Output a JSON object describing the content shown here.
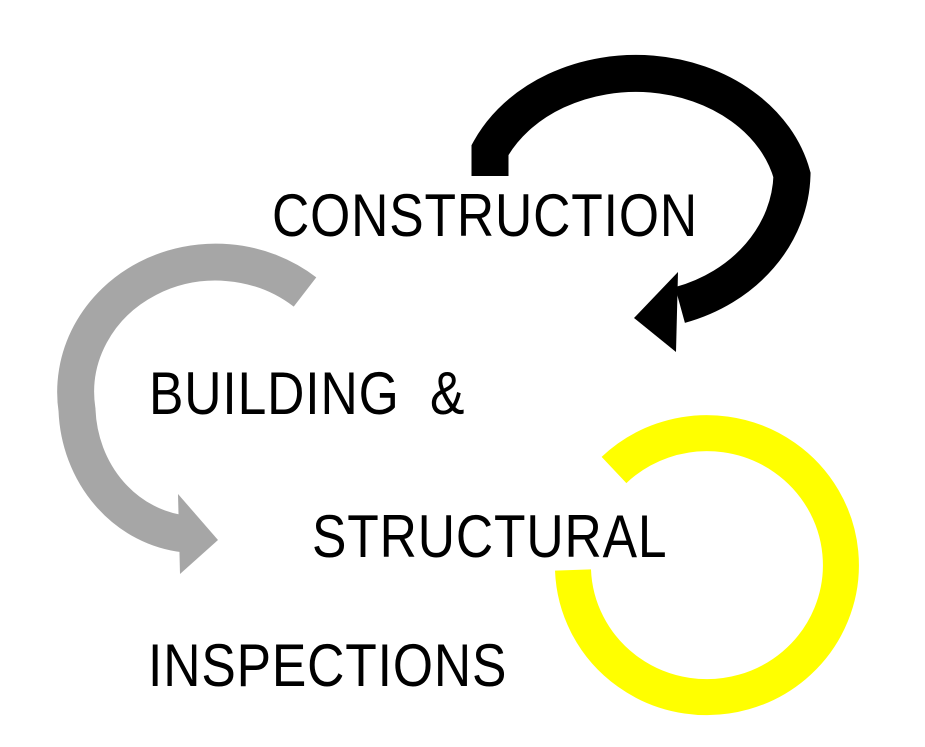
{
  "labels": {
    "line1": "CONSTRUCTION",
    "line2": "BUILDING  &",
    "line3": "STRUCTURAL",
    "line4": "INSPECTIONS"
  },
  "colors": {
    "black_arrow": "#000000",
    "gray_arrow": "#a6a6a6",
    "yellow_ring": "#ffff00",
    "text": "#000000",
    "background": "#ffffff"
  },
  "shapes": {
    "black_arrow": "clockwise curved arrow, top right, pointing left",
    "gray_arrow": "counter-clockwise curved arrow, left, pointing right",
    "yellow_ring": "open circular ring, bottom right, gap at upper-left"
  }
}
